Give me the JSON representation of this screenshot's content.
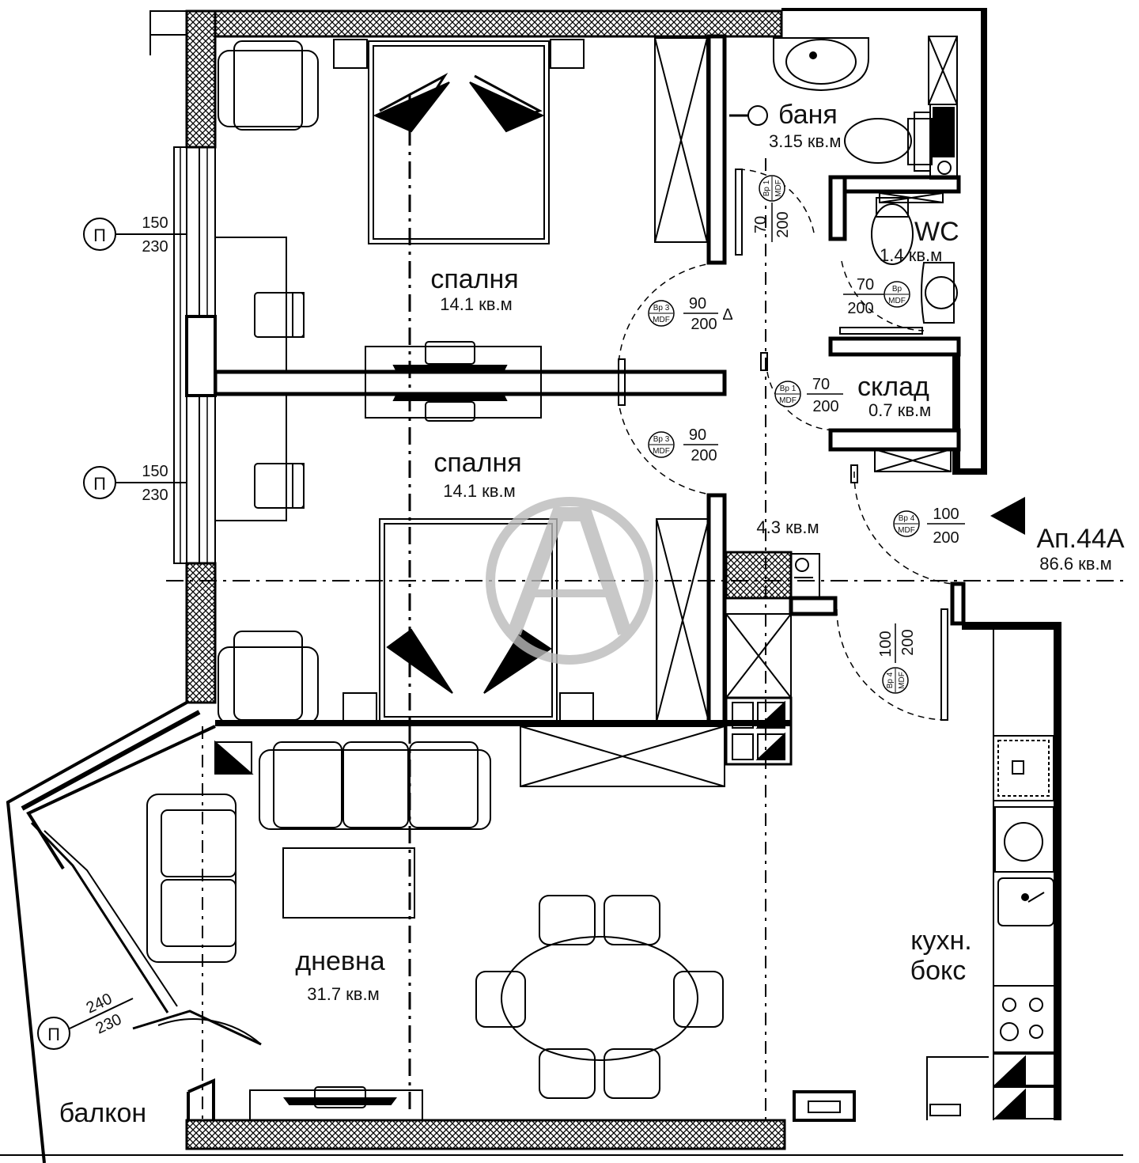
{
  "apartment": {
    "name": "Ап.44А",
    "area": "86.6 кв.м"
  },
  "rooms": {
    "bedroom1": {
      "name": "спалня",
      "area": "14.1 кв.м"
    },
    "bedroom2": {
      "name": "спалня",
      "area": "14.1 кв.м"
    },
    "bathroom": {
      "name": "баня",
      "area": "3.15 кв.м"
    },
    "wc": {
      "name": "WC",
      "area": "1.4 кв.м"
    },
    "storage": {
      "name": "склад",
      "area": "0.7 кв.м"
    },
    "hall": {
      "area": "4.3 кв.м"
    },
    "living": {
      "name": "дневна",
      "area": "31.7 кв.м"
    },
    "kitchen": {
      "line1": "кухн.",
      "line2": "бокс"
    },
    "balcony": {
      "name": "балкон"
    }
  },
  "windows": [
    {
      "mark": "П",
      "width": "150",
      "height": "230"
    },
    {
      "mark": "П",
      "width": "150",
      "height": "230"
    },
    {
      "mark": "П",
      "width": "240",
      "height": "230"
    }
  ],
  "doors": [
    {
      "code": "Вр 3",
      "material": "MDF",
      "width": "90",
      "height": "200"
    },
    {
      "code": "Вр 3",
      "material": "MDF",
      "width": "90",
      "height": "200"
    },
    {
      "code": "Вр 1",
      "material": "MDF",
      "width": "70",
      "height": "200"
    },
    {
      "code": "Вр 1",
      "material": "MDF",
      "width": "70",
      "height": "200"
    },
    {
      "code": "Вр",
      "material": "MDF",
      "width": "70",
      "height": "200"
    },
    {
      "code": "Вр 4",
      "material": "MDF",
      "width": "100",
      "height": "200"
    },
    {
      "code": "Вр 4",
      "material": "MDF",
      "width": "100",
      "height": "200"
    }
  ]
}
